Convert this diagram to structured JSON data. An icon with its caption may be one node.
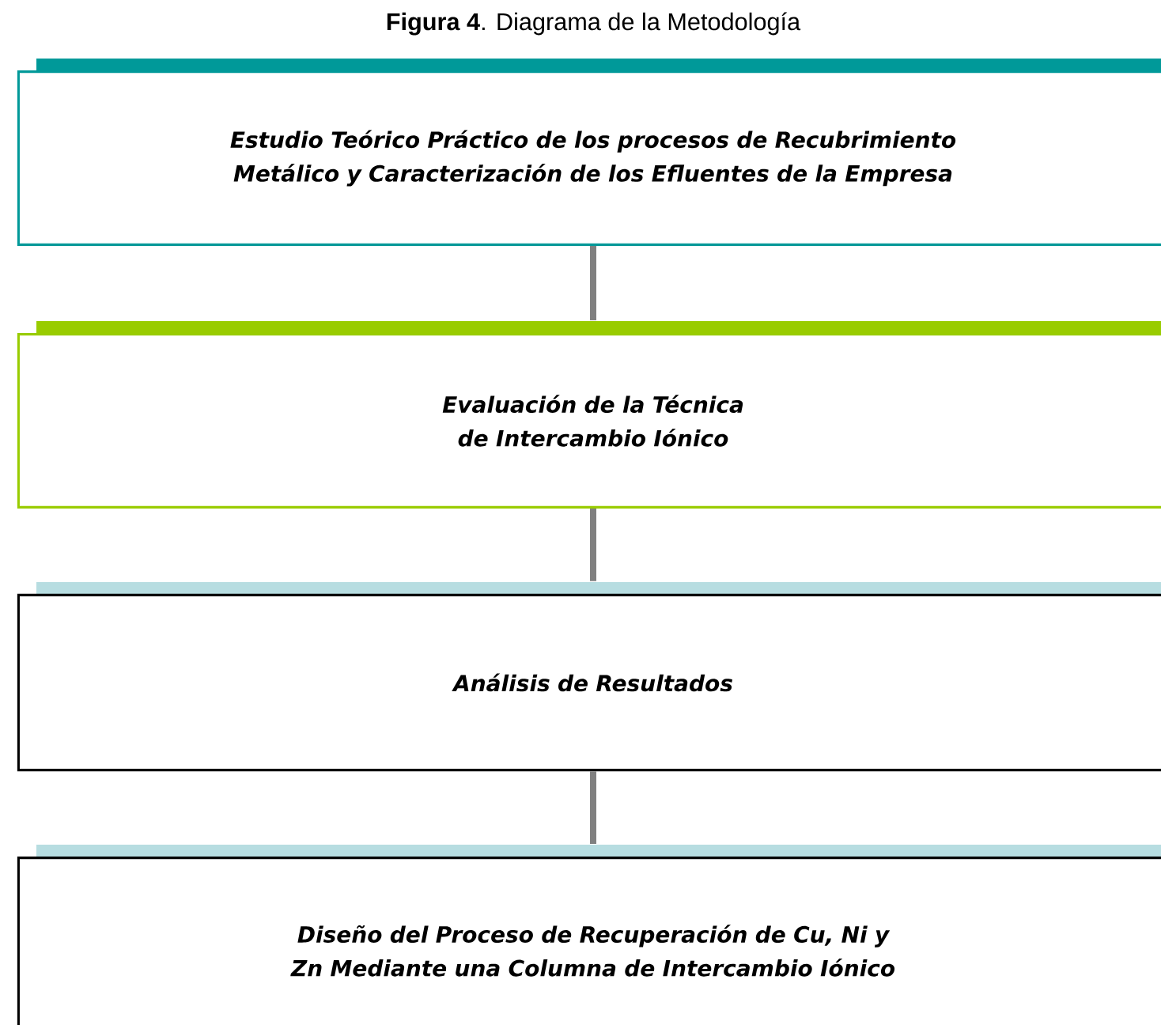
{
  "diagram": {
    "title": "**Figura 4**. Diagrama de la Metodología",
    "nodes": [
      {
        "text": [
          "Estudio Teórico Práctico de los procesos de Recubrimiento Metálico y Caracterización de los Efluentes de la Empresa"
        ]
      },
      {
        "text": [
          "Evaluación de la Técnica de Intercambio Iónico"
        ]
      },
      {
        "text": [
          "Análisis de Resultados"
        ]
      },
      {
        "text": [
          "Diseño del Proceso de Recuperación de Cu, Ni y Zn Mediante una Columna de Intercambio Iónico"
        ]
      }
    ],
    "edges": [
      {
        "from": 0,
        "to": 1,
        "arrow": "none"
      },
      {
        "from": 1,
        "to": 2,
        "arrow": "none"
      },
      {
        "from": 2,
        "to": 3,
        "arrow": "none"
      }
    ]
  }
}
